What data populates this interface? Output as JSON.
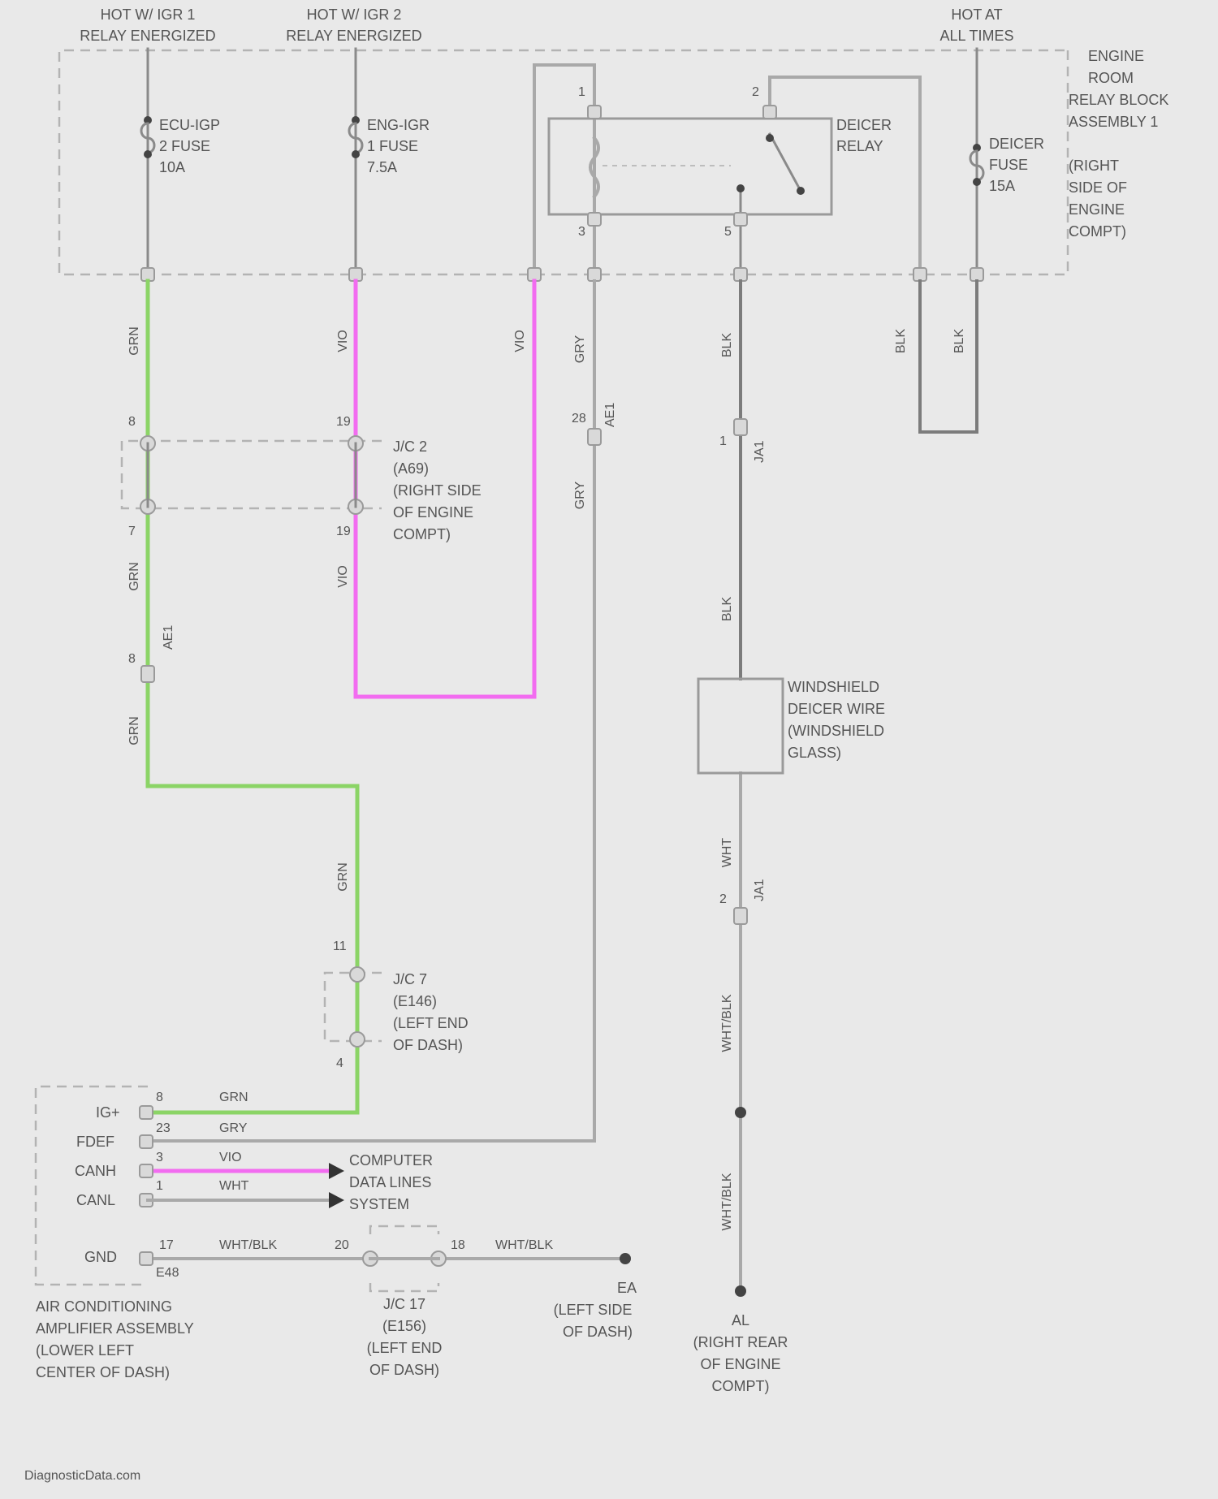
{
  "header": {
    "ign1_l1": "HOT W/ IGR 1",
    "ign1_l2": "RELAY ENERGIZED",
    "ign2_l1": "HOT W/ IGR 2",
    "ign2_l2": "RELAY ENERGIZED",
    "hot_l1": "HOT AT",
    "hot_l2": "ALL TIMES"
  },
  "relay_block": {
    "l1": "ENGINE",
    "l2": "ROOM",
    "l3": "RELAY BLOCK",
    "l4": "ASSEMBLY 1",
    "l5": "(RIGHT",
    "l6": "SIDE OF",
    "l7": "ENGINE",
    "l8": "COMPT)"
  },
  "fuses": {
    "f1_l1": "ECU-IGP",
    "f1_l2": "2 FUSE",
    "f1_l3": "10A",
    "f2_l1": "ENG-IGR",
    "f2_l2": "1 FUSE",
    "f2_l3": "7.5A",
    "f3_l1": "DEICER",
    "f3_l2": "FUSE",
    "f3_l3": "15A"
  },
  "relay": {
    "l1": "DEICER",
    "l2": "RELAY",
    "pin_a": "1",
    "pin_b": "3",
    "pin_c": "2",
    "pin_d": "5"
  },
  "wires": {
    "grn": "GRN",
    "vio": "VIO",
    "gry": "GRY",
    "blk": "BLK",
    "wht": "WHT",
    "wht_blk": "WHT/BLK"
  },
  "jc2": {
    "l1": "J/C 2",
    "l2": "(A69)",
    "l3": "(RIGHT SIDE",
    "l4": "OF ENGINE",
    "l5": "COMPT)"
  },
  "jc7": {
    "l1": "J/C 7",
    "l2": "(E146)",
    "l3": "(LEFT END",
    "l4": "OF DASH)"
  },
  "jc17": {
    "l1": "J/C 17",
    "l2": "(E156)",
    "l3": "(LEFT END",
    "l4": "OF DASH)"
  },
  "windshield": {
    "l1": "WINDSHIELD",
    "l2": "DEICER WIRE",
    "l3": "(WINDSHIELD",
    "l4": "GLASS)"
  },
  "connectors": {
    "c1": "AE1",
    "c2": "JA1",
    "c3": "AE1",
    "c4": "JA1"
  },
  "pins": {
    "p8a": "8",
    "p7a": "7",
    "p19": "19",
    "p19b": "19",
    "p8b": "8",
    "p28": "28",
    "p1": "1",
    "p2": "2",
    "p11": "11",
    "p4": "4",
    "p8c": "8",
    "p23": "23",
    "p3": "3",
    "p1b": "1",
    "p17": "17",
    "p20": "20",
    "p18": "18"
  },
  "amplifier": {
    "ig": "IG+",
    "fdef": "FDEF",
    "canh": "CANH",
    "canl": "CANL",
    "gnd": "GND",
    "conn": "E48",
    "l1": "AIR CONDITIONING",
    "l2": "AMPLIFIER ASSEMBLY",
    "l3": "(LOWER LEFT",
    "l4": "CENTER OF DASH)"
  },
  "data_lines": {
    "l1": "COMPUTER",
    "l2": "DATA LINES",
    "l3": "SYSTEM"
  },
  "grounds": {
    "ea": "EA",
    "ea_l1": "(LEFT SIDE",
    "ea_l2": "OF DASH)",
    "al": "AL",
    "al_l1": "(RIGHT REAR",
    "al_l2": "OF ENGINE",
    "al_l3": "COMPT)"
  },
  "footer": "DiagnosticData.com",
  "colors": {
    "background": "#e9e9e9",
    "green_wire": "#8bd466",
    "violet_wire": "#f26cf0",
    "gray_wire": "#a9a9a9",
    "black_wire": "#7c7c7c"
  }
}
